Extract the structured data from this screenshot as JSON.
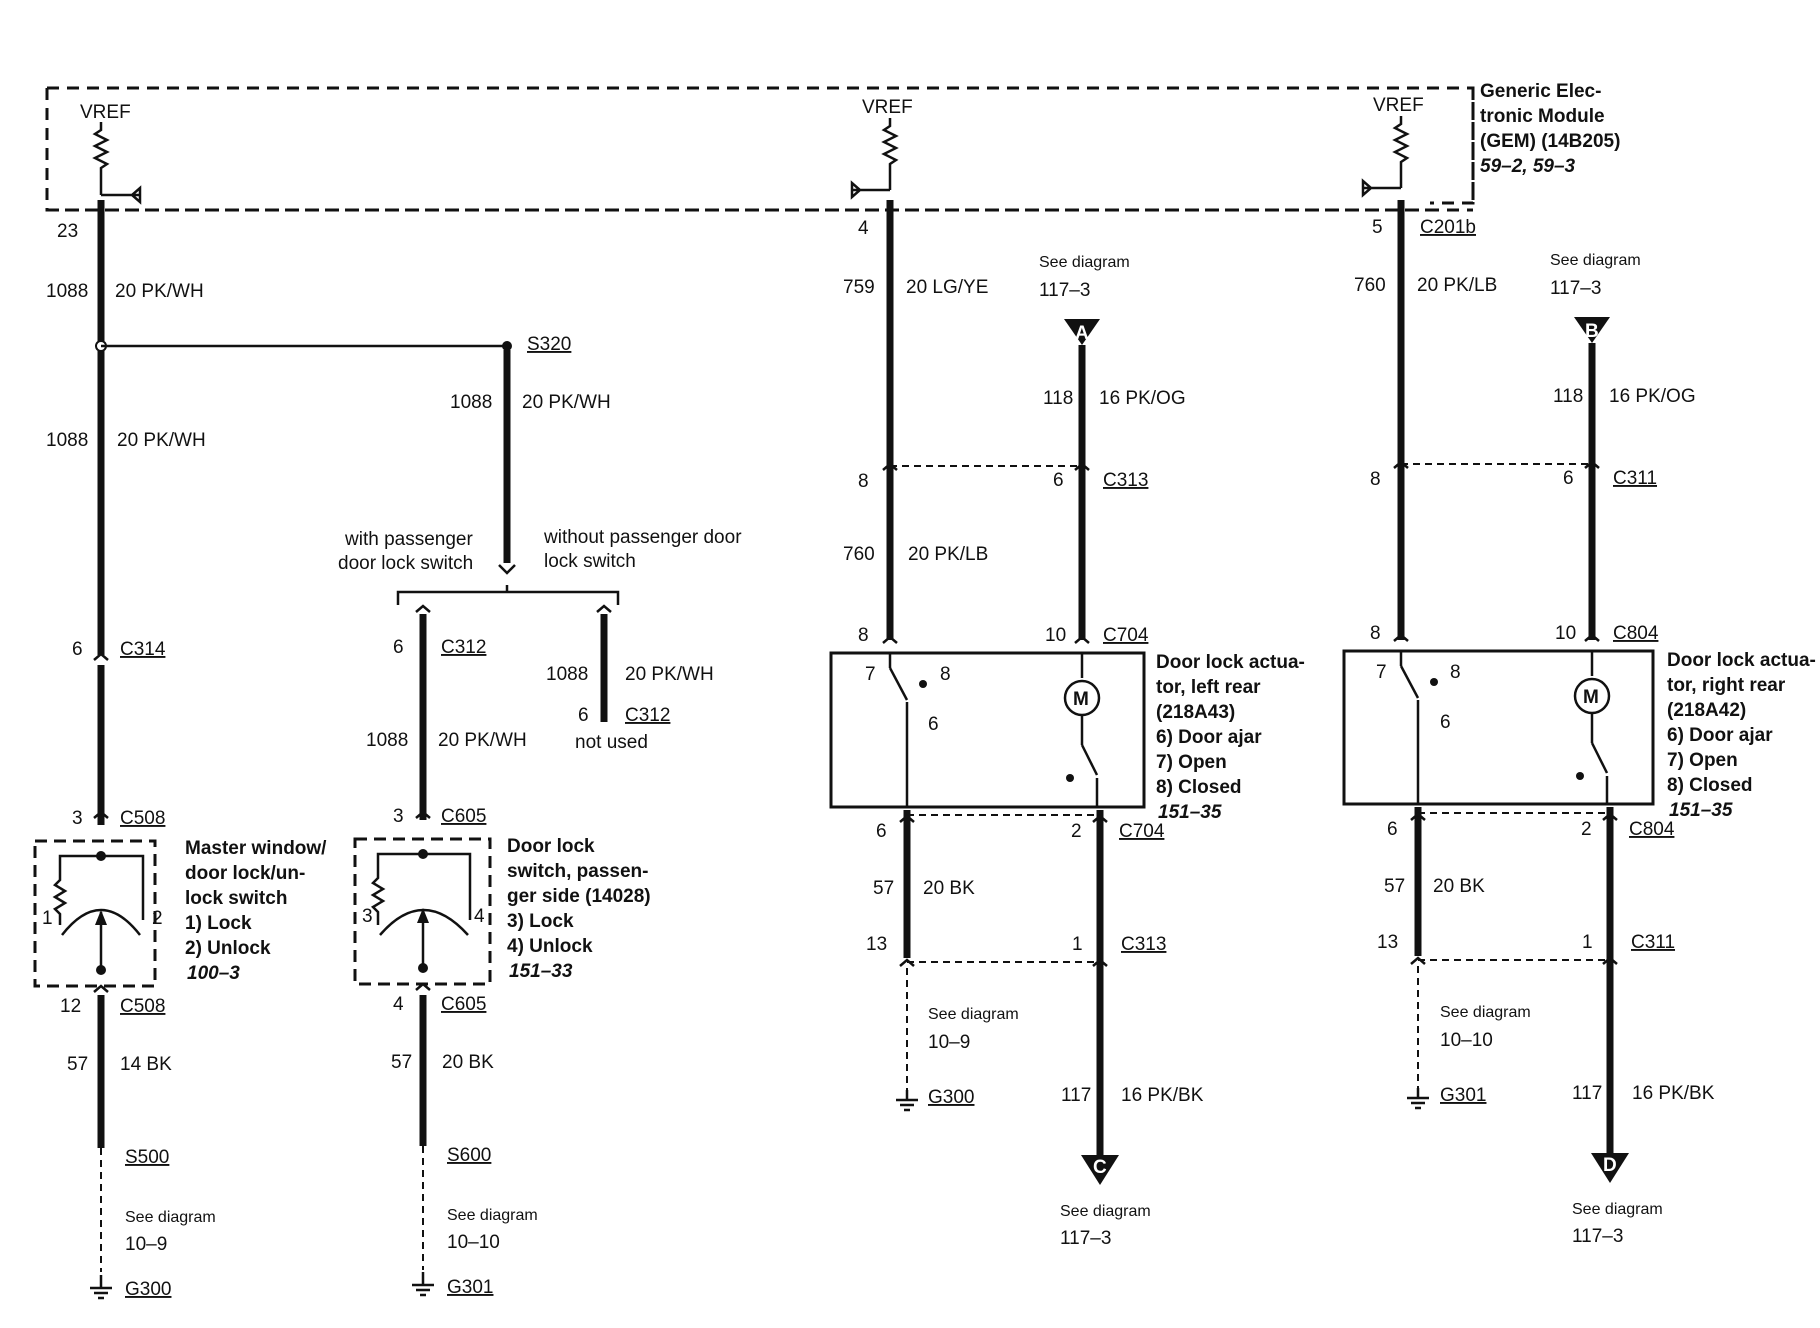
{
  "gem": {
    "vref_left": "VREF",
    "vref_mid": "VREF",
    "vref_right": "VREF",
    "title_line1": "Generic Elec-",
    "title_line2": "tronic Module",
    "title_line3": "(GEM) (14B205)",
    "ref": "59–2, 59–3"
  },
  "left_circuit": {
    "pin_top": "23",
    "wire1_num": "1088",
    "wire1_color": "20 PK/WH",
    "wire2_num": "1088",
    "wire2_color": "20 PK/WH",
    "c314_pin": "6",
    "c314": "C314",
    "c508_pin_top": "3",
    "c508_top": "C508",
    "switch_label_line1": "Master window/",
    "switch_label_line2": "door lock/un-",
    "switch_label_line3": "lock switch",
    "switch_item1": "1)   Lock",
    "switch_item2": "2)   Unlock",
    "switch_ref": "100–3",
    "sw_pin1": "1",
    "sw_pin2": "2",
    "c508_pin_bot": "12",
    "c508_bot": "C508",
    "wire3_num": "57",
    "wire3_color": "14 BK",
    "splice": "S500",
    "see_diagram": "See diagram",
    "see_ref": "10–9",
    "ground": "G300"
  },
  "s320_circuit": {
    "splice": "S320",
    "wire_num": "1088",
    "wire_color": "20 PK/WH",
    "with_line1": "with passenger",
    "with_line2": "door lock switch",
    "without_line1": "without passenger door",
    "without_line2": "lock switch",
    "c312_pin": "6",
    "c312": "C312",
    "alt_wire_num": "1088",
    "alt_wire_color": "20 PK/WH",
    "alt_pin": "6",
    "alt_conn": "C312",
    "not_used": "not used",
    "wire2_num": "1088",
    "wire2_color": "20 PK/WH",
    "c605_pin_top": "3",
    "c605_top": "C605",
    "switch_label_line1": "Door lock",
    "switch_label_line2": "switch, passen-",
    "switch_label_line3": "ger side (14028)",
    "switch_item1": "3)   Lock",
    "switch_item2": "4)   Unlock",
    "switch_ref": "151–33",
    "sw_pin3": "3",
    "sw_pin4": "4",
    "c605_pin_bot": "4",
    "c605_bot": "C605",
    "wire3_num": "57",
    "wire3_color": "20 BK",
    "splice2": "S600",
    "see_diagram": "See diagram",
    "see_ref": "10–10",
    "ground": "G301"
  },
  "lr_circuit": {
    "pin_top": "4",
    "wire1_num": "759",
    "wire1_color": "20 LG/YE",
    "see_diagram_a": "See diagram",
    "see_ref_a": "117–3",
    "marker_a": "A",
    "wire118_num": "118",
    "wire118_color": "16 PK/OG",
    "c313_pin_l": "8",
    "c313_pin_r": "6",
    "c313": "C313",
    "wire2_num": "760",
    "wire2_color": "20 PK/LB",
    "c704_pin_l": "8",
    "c704_pin_r": "10",
    "c704": "C704",
    "act_pin7": "7",
    "act_pin8": "8",
    "act_pin6": "6",
    "motor": "M",
    "actuator_line1": "Door lock actua-",
    "actuator_line2": "tor, left rear",
    "actuator_line3": "(218A43)",
    "actuator_item1": "6)   Door ajar",
    "actuator_item2": "7)   Open",
    "actuator_item3": "8)   Closed",
    "actuator_ref": "151–35",
    "c704b_pin_l": "6",
    "c704b_pin_r": "2",
    "c704b": "C704",
    "wire57_num": "57",
    "wire57_color": "20 BK",
    "c313b_pin_l": "13",
    "c313b_pin_r": "1",
    "c313b": "C313",
    "see_diagram_g": "See diagram",
    "see_ref_g": "10–9",
    "ground": "G300",
    "wire117_num": "117",
    "wire117_color": "16 PK/BK",
    "marker_c": "C",
    "see_diagram_c": "See diagram",
    "see_ref_c": "117–3"
  },
  "rr_circuit": {
    "pin_top": "5",
    "conn_top": "C201b",
    "wire1_num": "760",
    "wire1_color": "20 PK/LB",
    "see_diagram_b": "See diagram",
    "see_ref_b": "117–3",
    "marker_b": "B",
    "wire118_num": "118",
    "wire118_color": "16 PK/OG",
    "c311_pin_l": "8",
    "c311_pin_r": "6",
    "c311": "C311",
    "c804_pin_l": "8",
    "c804_pin_r": "10",
    "c804": "C804",
    "act_pin7": "7",
    "act_pin8": "8",
    "act_pin6": "6",
    "motor": "M",
    "actuator_line1": "Door lock actua-",
    "actuator_line2": "tor, right rear",
    "actuator_line3": "(218A42)",
    "actuator_item1": "6)   Door ajar",
    "actuator_item2": "7)   Open",
    "actuator_item3": "8)   Closed",
    "actuator_ref": "151–35",
    "c804b_pin_l": "6",
    "c804b_pin_r": "2",
    "c804b": "C804",
    "wire57_num": "57",
    "wire57_color": "20 BK",
    "c311b_pin_l": "13",
    "c311b_pin_r": "1",
    "c311b": "C311",
    "see_diagram_g": "See diagram",
    "see_ref_g": "10–10",
    "ground": "G301",
    "wire117_num": "117",
    "wire117_color": "16 PK/BK",
    "marker_d": "D",
    "see_diagram_d": "See diagram",
    "see_ref_d": "117–3"
  }
}
